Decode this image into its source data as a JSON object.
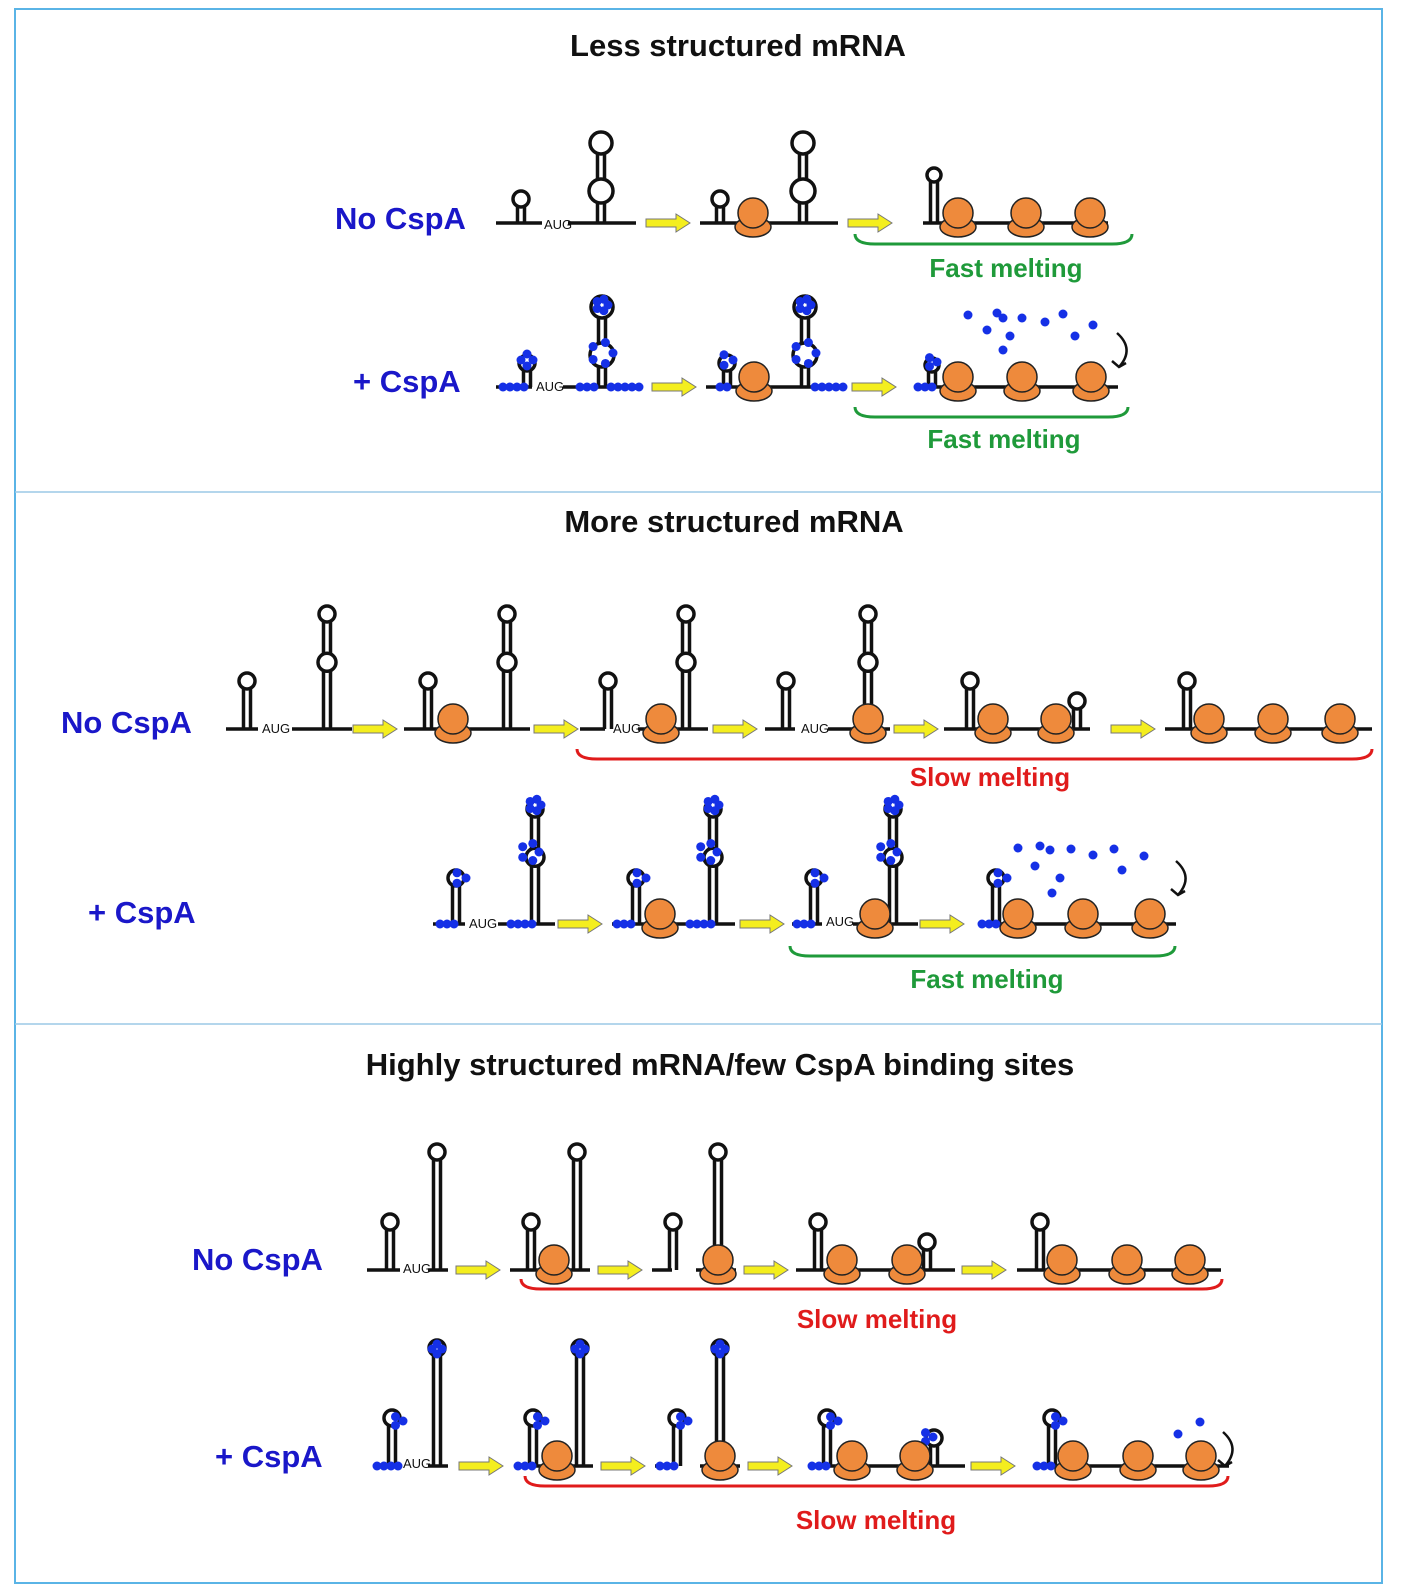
{
  "colors": {
    "frame": "#5ab4e6",
    "label_blue": "#1a17c9",
    "fast": "#1f9a3a",
    "slow": "#e01b1b",
    "ribosome": "#ee8a3c",
    "arrow": "#f4ee1e",
    "cspa": "#1530e6"
  },
  "icons": {
    "ribosome": "ribosome-icon",
    "stem_loop": "stem-loop-icon",
    "arrow": "yellow-arrow-icon",
    "cspa_dot": "cspa-protein-dot-icon",
    "release": "curved-release-arrow-icon"
  },
  "panels": [
    {
      "title": "Less structured mRNA",
      "rows": [
        {
          "label": "No CspA",
          "start_codon": "AUG",
          "melting_label": "Fast melting",
          "melting_class": "fast"
        },
        {
          "label": "+ CspA",
          "start_codon": "AUG",
          "melting_label": "Fast melting",
          "melting_class": "fast"
        }
      ]
    },
    {
      "title": "More structured mRNA",
      "rows": [
        {
          "label": "No CspA",
          "start_codon": "AUG",
          "melting_label": "Slow melting",
          "melting_class": "slow"
        },
        {
          "label": "+ CspA",
          "start_codon": "AUG",
          "melting_label": "Fast melting",
          "melting_class": "fast"
        }
      ]
    },
    {
      "title": "Highly structured mRNA/few CspA binding sites",
      "rows": [
        {
          "label": "No CspA",
          "start_codon": "AUG",
          "melting_label": "Slow melting",
          "melting_class": "slow"
        },
        {
          "label": "+ CspA",
          "start_codon": "AUG",
          "melting_label": "Slow melting",
          "melting_class": "slow"
        }
      ]
    }
  ]
}
